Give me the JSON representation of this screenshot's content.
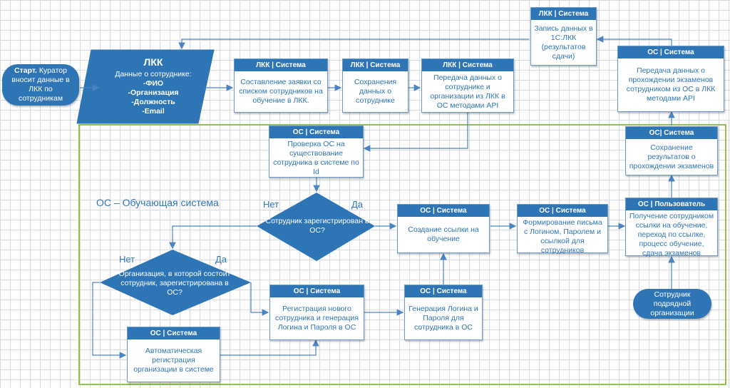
{
  "start": {
    "bold": "Старт.",
    "text": " Куратор вносит данные в ЛКК по сотрудникам"
  },
  "lkk_data": {
    "title": "ЛКК",
    "subtitle": "Данные о сотруднике:",
    "fields": [
      "-ФИО",
      "-Организация",
      "-Должность",
      "-Email"
    ]
  },
  "boxes": {
    "zayavka": {
      "header": "ЛКК | Система",
      "text": "Составление заявки со списком сотрудников на обучение в ЛКК."
    },
    "save_emp": {
      "header": "ЛКК | Система",
      "text": "Сохранения данных о сотруднике"
    },
    "api_transfer": {
      "header": "ЛКК | Система",
      "text": "Передача данных о сотруднике и организации из ЛКК в ОС методами API"
    },
    "record_1c": {
      "header": "ЛКК | Система",
      "text": "Запись данных в 1С:ЛКК (результатов сдачи)"
    },
    "os_transfer": {
      "header": "ОС | Система",
      "text": "Передача данных о прохождении экзаменов сотрудником из ОС в ЛКК методами API"
    },
    "save_results": {
      "header": "ОС| Система",
      "text": "Сохранение результатов о прохождении экзаменов"
    },
    "user_flow": {
      "header": "ОС | Пользователь",
      "text": "Получение сотрудником ссылки на обучение, переход по ссылке, процесс обучение, сдача экзаменов"
    },
    "check_id": {
      "header": "ОС | Система",
      "text": "Проверка ОС на существование сотрудника в системе по Id"
    },
    "create_link": {
      "header": "ОС | Система",
      "text": "Создание ссылки на обучение"
    },
    "letter": {
      "header": "ОС | Система",
      "text": "Формирование письма с Логином, Паролем и ссылкой для сотрудников"
    },
    "register_emp": {
      "header": "ОС | Система",
      "text": "Регистрация нового сотрудника и генерация Логина и Пароля  в ОС"
    },
    "gen_login": {
      "header": "ОС | Система",
      "text": "Генерация Логина и Пароля для сотрудника в ОС"
    },
    "auto_org": {
      "header": "ОС | Система",
      "text": "Автоматическая регистрация организации в системе"
    }
  },
  "decision_emp": {
    "text": "Сотрудник зарегистрирован в ОС?",
    "no": "Нет",
    "yes": "Да"
  },
  "decision_org": {
    "text": "Организация, в которой состоит сотрудник, зарегистрирована в ОС?",
    "no": "Нет",
    "yes": "Да"
  },
  "contractor": "Сотрудник подрядной организации",
  "os_title": "ОС – Обучающая система",
  "colors": {
    "accent": "#2e75b6",
    "frame": "#92c04a",
    "line": "#6a98c8"
  }
}
